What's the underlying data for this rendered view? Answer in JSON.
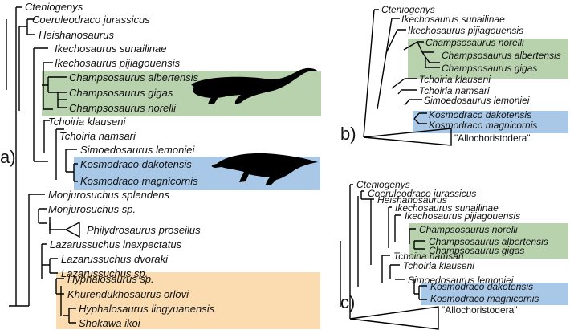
{
  "panels": [
    {
      "label": "a)",
      "taxa": [
        "Cteniogenys",
        "Coeruleodraco jurassicus",
        "Heishanosaurus",
        "Ikechosaurus sunailinae",
        "Ikechosaurus pijiagouensis",
        "Champsosaurus albertensis",
        "Champsosaurus gigas",
        "Champsosaurus norelli",
        "Tchoiria klauseni",
        "Tchoiria namsari",
        "Simoedosaurus lemoniei",
        "Kosmodraco dakotensis",
        "Kosmodraco magnicornis",
        "Monjurosuchus splendens",
        "Monjurosuchus sp.",
        "Philydrosaurus proseilus",
        "Lazarussuchus inexpectatus",
        "Lazarussuchus dvoraki",
        "Lazarussuchus sp.",
        "Hyphalosaurus sp.",
        "Khurendukhosaurus orlovi",
        "Hyphalosaurus lingyuanensis",
        "Shokawa ikoi"
      ]
    },
    {
      "label": "b)",
      "taxa": [
        "Cteniogenys",
        "Ikechosaurus sunailinae",
        "Ikechosaurus pijiagouensis",
        "Champsosaurus norelli",
        "Champsosaurus albertensis",
        "Champsosaurus gigas",
        "Tchoiria klauseni",
        "Tchoiria namsari",
        "Simoedosaurus lemoniei",
        "Kosmodraco dakotensis",
        "Kosmodraco magnicornis",
        "\"Allochoristodera\""
      ]
    },
    {
      "label": "c)",
      "taxa": [
        "Cteniogenys",
        "Coeruleodraco jurassicus",
        "Heishanosaurus",
        "Ikechosaurus sunailinae",
        "Ikechosaurus pijiagouensis",
        "Champsosaurus norelli",
        "Champsosaurus albertensis",
        "Champsosaurus gigas",
        "Tchoiria namsari",
        "Tchoiria klauseni",
        "Simoedosaurus lemoniei",
        "Kosmodraco dakotensis",
        "Kosmodraco magnicornis",
        "\"Allochoristodera\""
      ]
    }
  ],
  "colors": {
    "champsosaurus_box": "#b9d2ae",
    "kosmodraco_box": "#a9c8e8",
    "hyphalosaurus_box": "#fbdcb0",
    "silhouette": "#000000",
    "branch": "#000000"
  }
}
